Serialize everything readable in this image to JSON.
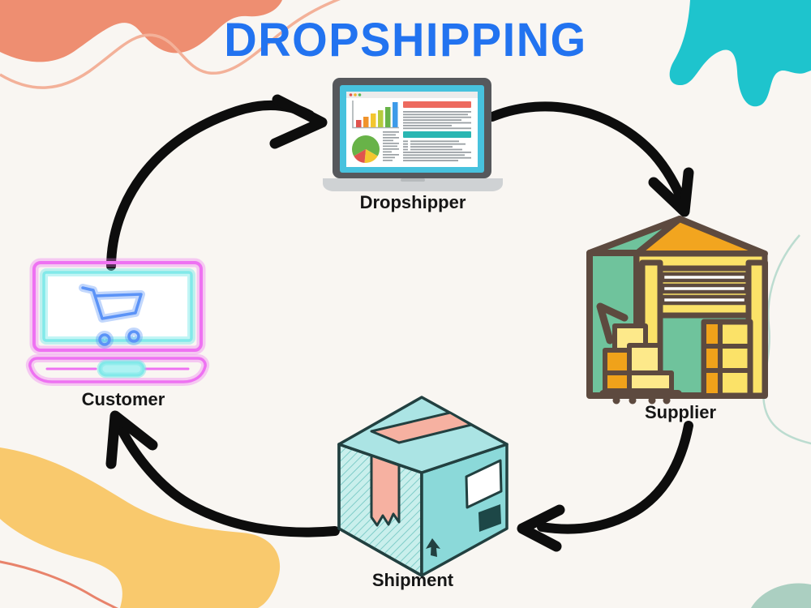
{
  "title": "DROPSHIPPING",
  "nodes": [
    {
      "id": "dropshipper",
      "label": "Dropshipper",
      "icon": "analytics-laptop-icon"
    },
    {
      "id": "supplier",
      "label": "Supplier",
      "icon": "warehouse-icon"
    },
    {
      "id": "shipment",
      "label": "Shipment",
      "icon": "package-box-icon"
    },
    {
      "id": "customer",
      "label": "Customer",
      "icon": "neon-cart-laptop-icon"
    }
  ],
  "arrows": [
    {
      "from": "customer",
      "to": "dropshipper"
    },
    {
      "from": "dropshipper",
      "to": "supplier"
    },
    {
      "from": "supplier",
      "to": "shipment"
    },
    {
      "from": "shipment",
      "to": "customer"
    }
  ],
  "colors": {
    "background": "#f9f6f2",
    "title": "#2273f0",
    "arrow": "#0d0d0d",
    "blob_salmon": "#ee8e71",
    "line_salmon": "#f3b199",
    "blob_teal": "#1ec4cd",
    "blob_yellow": "#f9c96d",
    "blob_sage": "#abcfc1",
    "line_sage": "#bcdcd0",
    "label_text": "#161616"
  },
  "decorations": [
    "salmon-wave-top-left",
    "salmon-line-top-left",
    "teal-drip-top-right",
    "yellow-ribbon-bottom-left",
    "salmon-line-bottom-left",
    "sage-line-right",
    "sage-blob-bottom-right"
  ]
}
